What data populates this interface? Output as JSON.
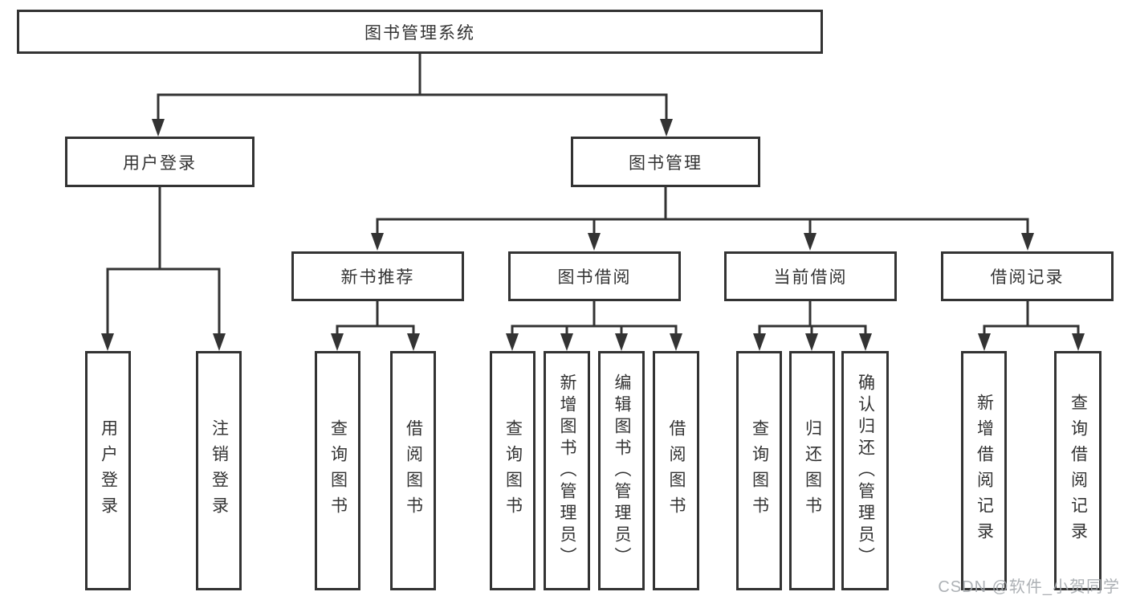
{
  "nodes": {
    "root": "图书管理系统",
    "login": "用户登录",
    "management": "图书管理",
    "modules": {
      "recommend": "新书推荐",
      "borrow": "图书借阅",
      "current": "当前借阅",
      "records": "借阅记录"
    },
    "leaves": {
      "login_user": "用户登录",
      "login_logout": "注销登录",
      "recommend_query": "查询图书",
      "recommend_borrow": "借阅图书",
      "borrow_query": "查询图书",
      "borrow_add": "新增图书（管理员）",
      "borrow_edit": "编辑图书（管理员）",
      "borrow_borrow": "借阅图书",
      "current_query": "查询图书",
      "current_return": "归还图书",
      "current_confirm": "确认归还（管理员）",
      "records_add": "新增借阅记录",
      "records_query": "查询借阅记录"
    }
  },
  "watermark": "CSDN @软件_小贺同学",
  "colors": {
    "line": "#333333",
    "box_border": "#333333",
    "text": "#333333",
    "background": "#ffffff",
    "watermark": "#a4a8ad"
  }
}
